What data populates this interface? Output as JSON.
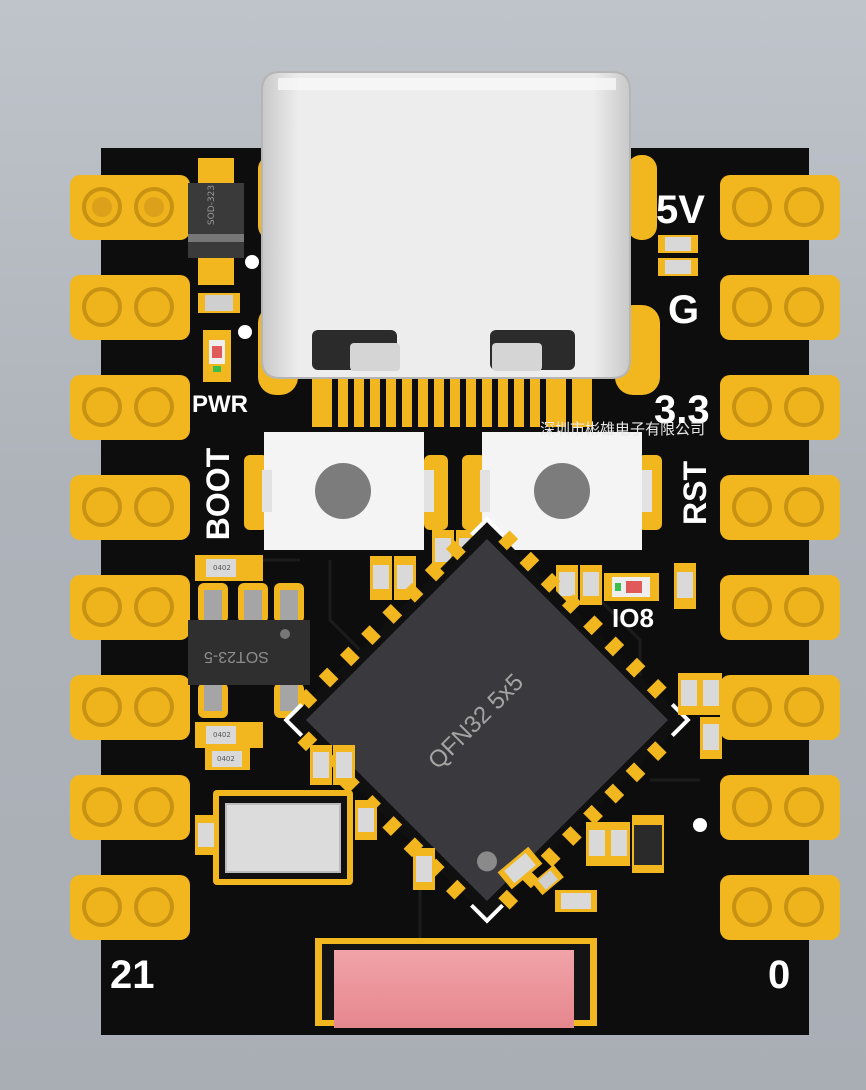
{
  "board": {
    "silkscreen": {
      "top_right_1": "5V",
      "top_right_2": "G",
      "top_right_3": "3.3",
      "left_led": "PWR",
      "left_button": "BOOT",
      "right_button": "RST",
      "user_led": "IO8",
      "bottom_left": "21",
      "bottom_right": "0",
      "maker": "深圳市彬雄电子有限公司"
    },
    "components": {
      "diode": "SOD-323",
      "regulator": "SOT23-5",
      "mcu": "QFN32 5x5",
      "cap_a": "0402",
      "cap_b": "0402",
      "cap_c": "0402"
    },
    "colors": {
      "pcb": "#0d0d0d",
      "copper_gold": "#f2b71f",
      "usb_metal": "#dcdcdc",
      "button_white": "#f4f4f4",
      "connector_pink": "#eb959b"
    }
  }
}
